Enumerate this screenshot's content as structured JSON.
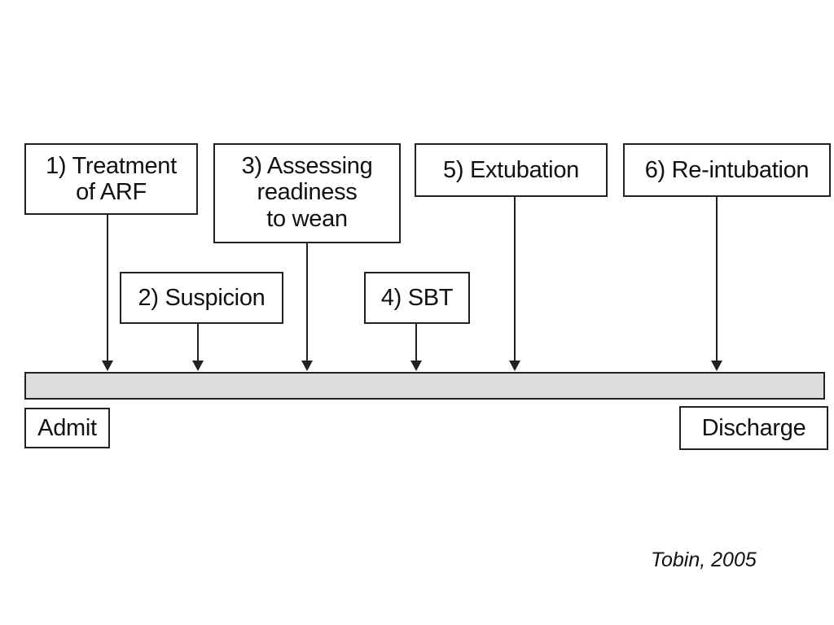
{
  "steps": [
    {
      "label": "1) Treatment\nof ARF"
    },
    {
      "label": "2) Suspicion"
    },
    {
      "label": "3) Assessing\nreadiness\nto wean"
    },
    {
      "label": "4) SBT"
    },
    {
      "label": "5) Extubation"
    },
    {
      "label": "6) Re-intubation"
    }
  ],
  "timeline": {
    "start_label": "Admit",
    "end_label": "Discharge"
  },
  "citation": "Tobin, 2005"
}
